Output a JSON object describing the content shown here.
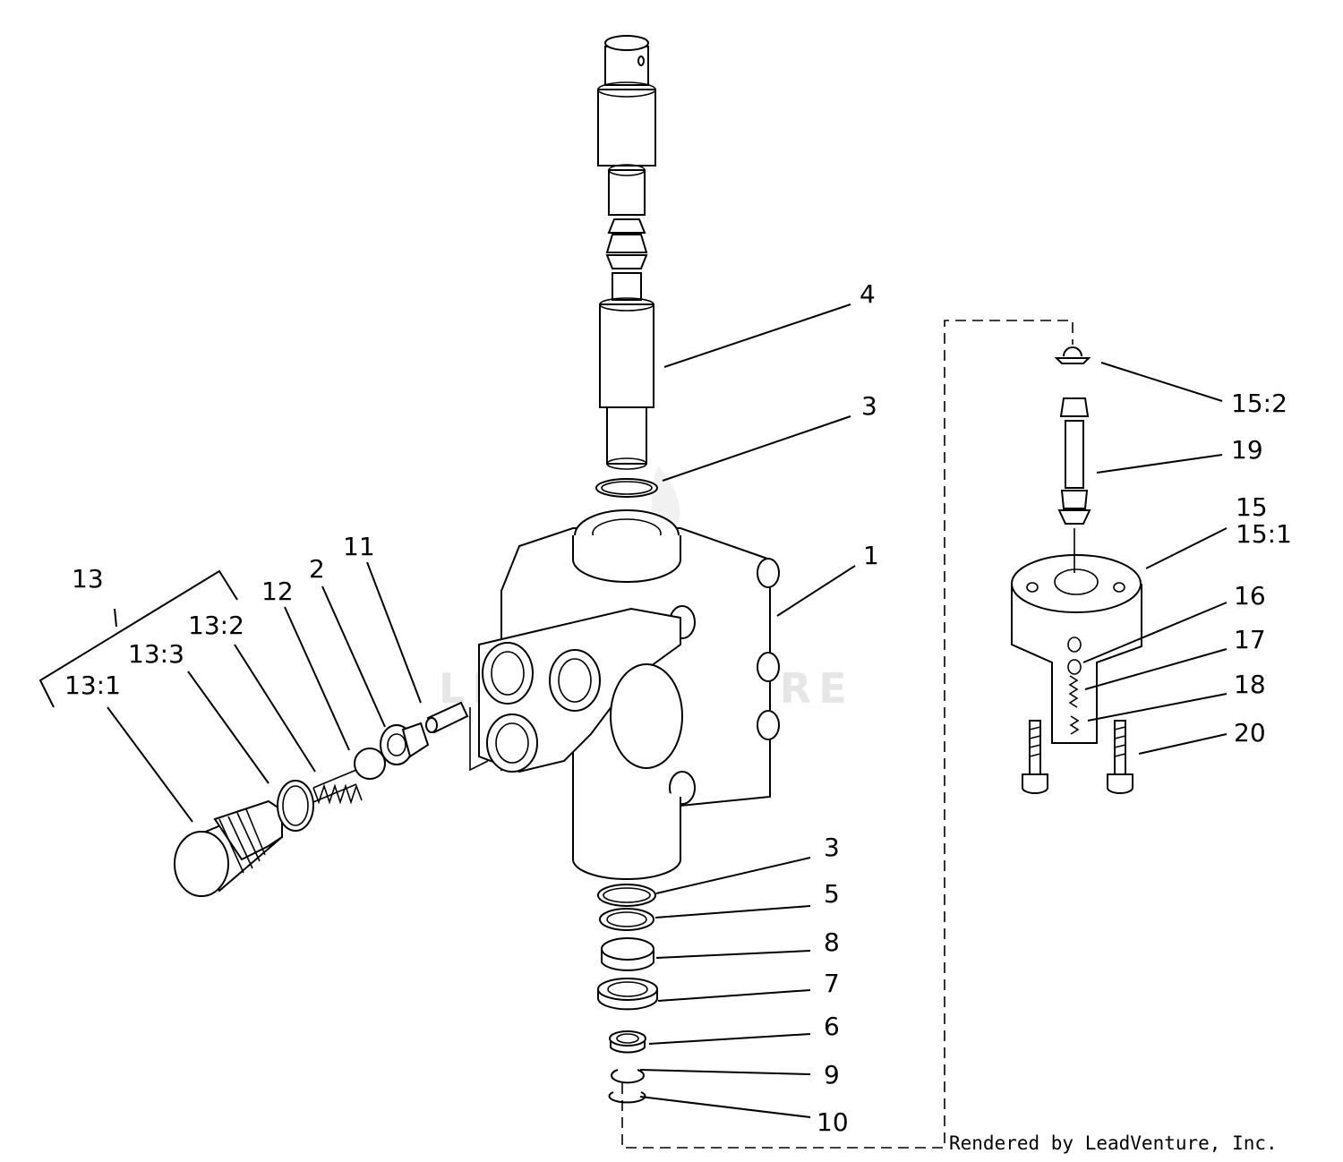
{
  "watermark": {
    "text": "LEADVENTURE",
    "logo_icon": "leadventure-logo-icon"
  },
  "footer": {
    "credit": "Rendered by LeadVenture, Inc."
  },
  "callouts": {
    "c1": "1",
    "c2": "2",
    "c3_top": "3",
    "c3_bottom": "3",
    "c4": "4",
    "c5": "5",
    "c6": "6",
    "c7": "7",
    "c8": "8",
    "c9": "9",
    "c10": "10",
    "c11": "11",
    "c12": "12",
    "c13": "13",
    "c13_1": "13:1",
    "c13_2": "13:2",
    "c13_3": "13:3",
    "c15": "15",
    "c15_1": "15:1",
    "c15_2": "15:2",
    "c16": "16",
    "c17": "17",
    "c18": "18",
    "c19": "19",
    "c20": "20"
  }
}
